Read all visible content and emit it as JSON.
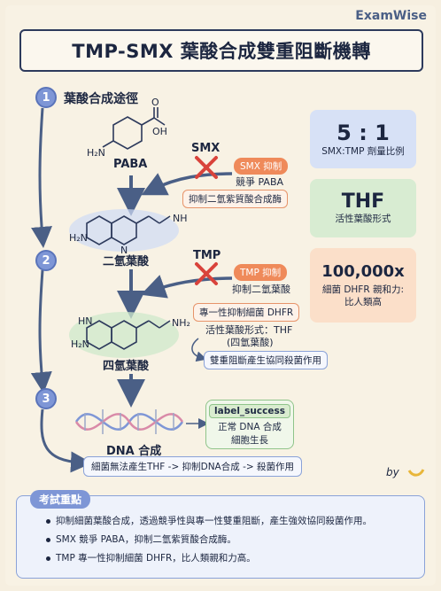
{
  "brand": "ExamWise",
  "title": "TMP-SMX 葉酸合成雙重阻斷機轉",
  "steps": [
    {
      "num": "1",
      "label": "葉酸合成途徑"
    },
    {
      "num": "2",
      "label": ""
    },
    {
      "num": "3",
      "label": ""
    }
  ],
  "molecules": {
    "paba": "PABA",
    "dihydrofolate": "二氫葉酸",
    "tetrahydrofolate": "四氫葉酸",
    "dna_synthesis": "DNA 合成",
    "h2n": "H₂N",
    "oh": "OH",
    "o": "O",
    "nh": "NH",
    "n": "N",
    "hn": "HN",
    "nh2": "NH₂"
  },
  "smx": {
    "drug": "SMX",
    "badge": "SMX 抑制",
    "compete": "競爭 PABA",
    "inhibit": "抑制二氫紫質酸合成酶"
  },
  "tmp": {
    "drug": "TMP",
    "badge": "TMP 抑制",
    "inhibit": "抑制二氫葉酸",
    "specific": "專一性抑制細菌 DHFR"
  },
  "active_form": {
    "line1": "活性葉酸形式：THF",
    "line2": "(四氫葉酸)",
    "double_block": "雙重阻斷產生協同殺菌作用"
  },
  "success_box": {
    "tag": "label_success",
    "line1": "正常 DNA 合成",
    "line2": "細胞生長"
  },
  "bottom_path": "細菌無法產生THF -> 抑制DNA合成 -> 殺菌作用",
  "signature": "by",
  "right_panels": [
    {
      "big": "5 : 1",
      "small": "SMX:TMP 劑量比例",
      "bg": "#d7e1f6"
    },
    {
      "big": "THF",
      "small": "活性葉酸形式",
      "bg": "#d8ecd2"
    },
    {
      "big": "100,000x",
      "small": "細菌 DHFR 親和力:\n比人類高",
      "bg": "#fbdfc9"
    }
  ],
  "key_points": {
    "title": "考試重點",
    "items": [
      "抑制細菌葉酸合成，透過競爭性與專一性雙重阻斷，產生強效協同殺菌作用。",
      "SMX 競爭 PABA，抑制二氫紫質酸合成酶。",
      "TMP 專一性抑制細菌 DHFR，比人類親和力高。"
    ]
  },
  "colors": {
    "accent_blue": "#7e96d6",
    "accent_orange": "#ef8a5a",
    "accent_green": "#8fc48a",
    "dark_navy": "#1c2640"
  }
}
